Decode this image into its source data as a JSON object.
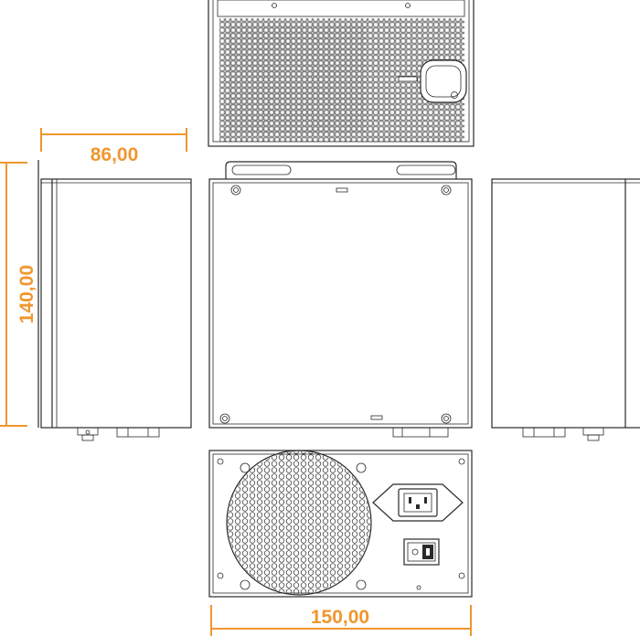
{
  "colors": {
    "dimension": "#f0962e",
    "line": "#2a2a2a",
    "background": "#ffffff"
  },
  "dimensions": {
    "depth": "86,00",
    "height": "140,00",
    "width": "150,00"
  },
  "views": {
    "top": "top-view",
    "left": "left-side-view",
    "front": "front-view",
    "right": "right-side-view",
    "back": "back-view"
  },
  "icons": {
    "fan": "fan-grille-icon",
    "power_socket": "power-inlet-icon",
    "switch": "power-switch-icon"
  }
}
